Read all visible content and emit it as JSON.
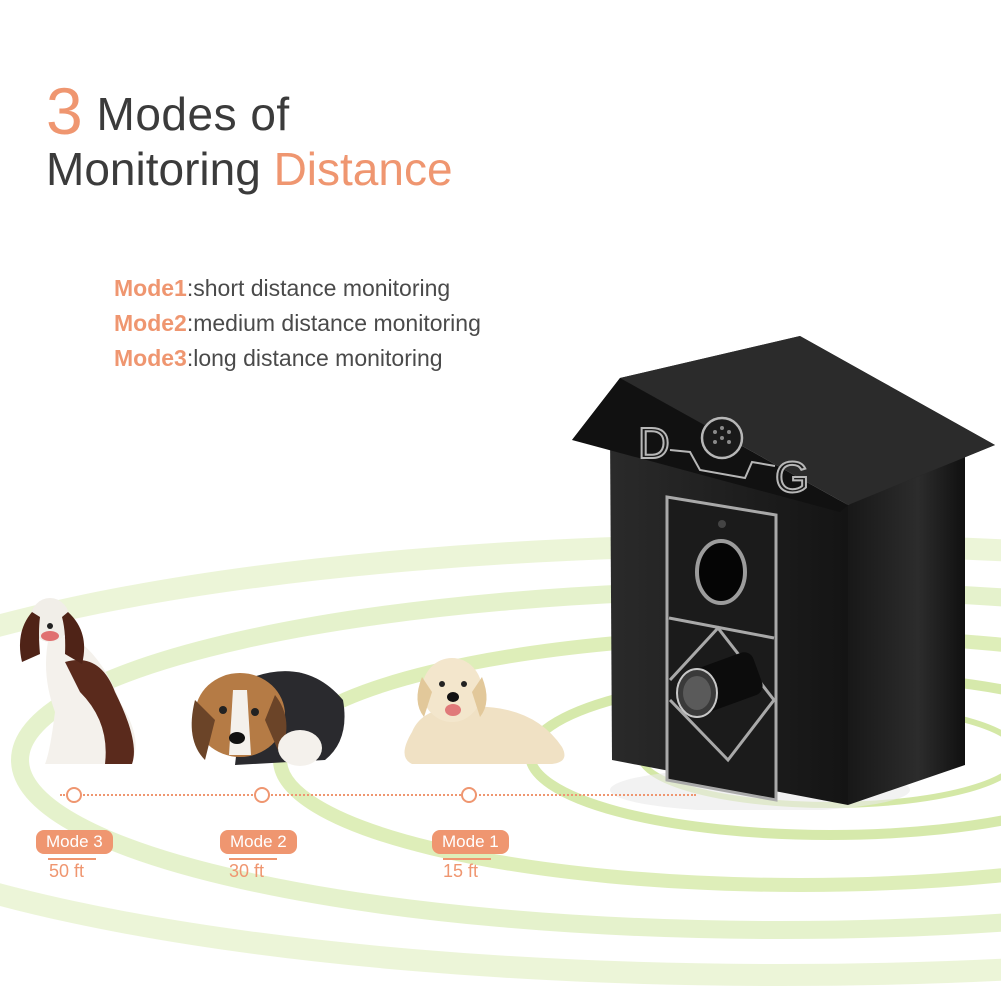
{
  "headline": {
    "number": "3",
    "line1_rest": "Modes of",
    "line2_prefix": "Monitoring",
    "line2_accent": "Distance"
  },
  "modes_list": [
    {
      "label": "Mode1",
      "desc": ":short distance monitoring"
    },
    {
      "label": "Mode2",
      "desc": ":medium distance monitoring"
    },
    {
      "label": "Mode3",
      "desc": ":long distance monitoring"
    }
  ],
  "device": {
    "icon": "bark-control-dog-house-device-icon",
    "emblem_letters": [
      "D",
      "G"
    ]
  },
  "dogs": [
    {
      "name": "springer-spaniel-icon",
      "position": "far"
    },
    {
      "name": "beagle-puppy-icon",
      "position": "medium"
    },
    {
      "name": "golden-retriever-puppy-icon",
      "position": "near"
    }
  ],
  "timeline": [
    {
      "mode": "Mode 3",
      "distance": "50 ft"
    },
    {
      "mode": "Mode  2",
      "distance": "30 ft"
    },
    {
      "mode": "Mode 1",
      "distance": "15 ft"
    }
  ],
  "colors": {
    "accent": "#ef9670",
    "text": "#3b3b3b",
    "ring": "#d9ecb0",
    "device": "#1c1c1c"
  }
}
